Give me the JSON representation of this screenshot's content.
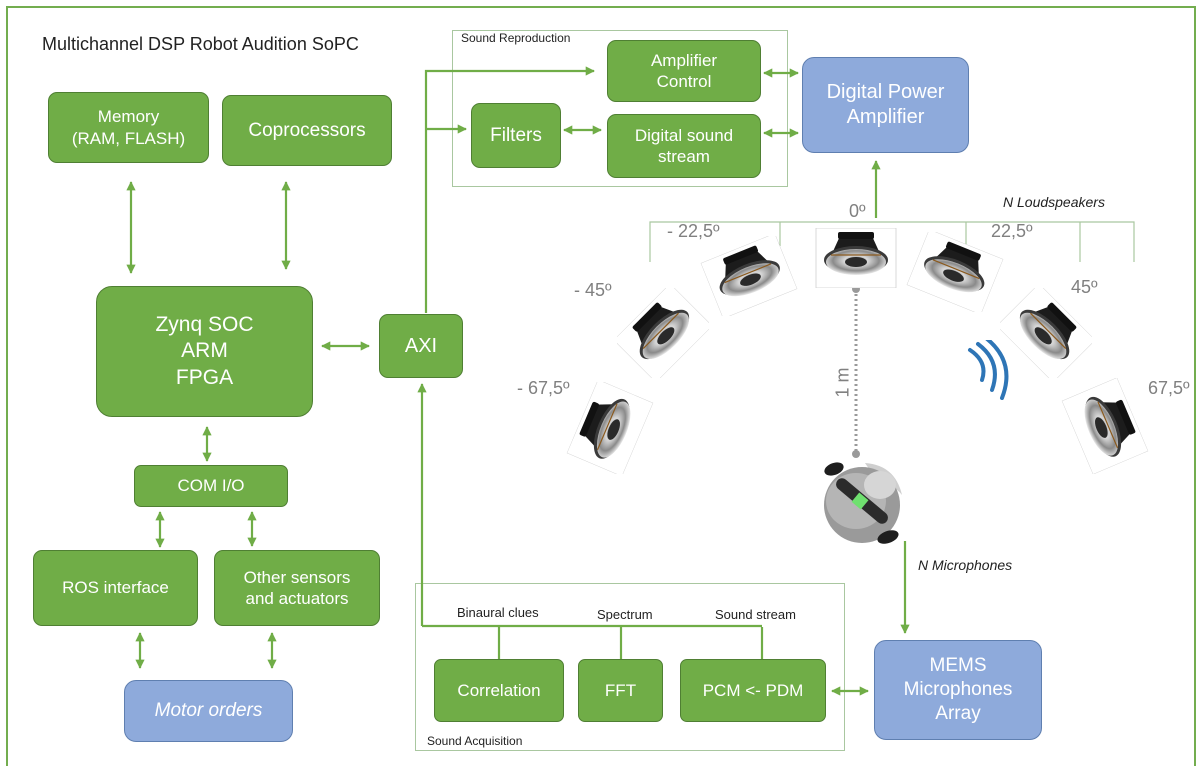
{
  "title": "Multichannel DSP Robot Audition SoPC",
  "blocks": {
    "memory": "Memory\n(RAM, FLASH)",
    "coprocessors": "Coprocessors",
    "zynq": "Zynq SOC\nARM\nFPGA",
    "axi": "AXI",
    "com_io": "COM I/O",
    "ros": "ROS interface",
    "other_sensors": "Other sensors\nand actuators",
    "motor_orders": "Motor orders",
    "amplifier_control": "Amplifier\nControl",
    "filters": "Filters",
    "digital_sound_stream": "Digital sound\nstream",
    "digital_power_amplifier": "Digital Power\nAmplifier",
    "correlation": "Correlation",
    "fft": "FFT",
    "pcm_pdm": "PCM <- PDM",
    "mems": "MEMS\nMicrophones\nArray"
  },
  "groups": {
    "sound_reproduction": "Sound Reproduction",
    "sound_acquisition": "Sound Acquisition"
  },
  "signals": {
    "binaural": "Binaural clues",
    "spectrum": "Spectrum",
    "sound_stream": "Sound stream"
  },
  "speakers": {
    "label": "N Loudspeakers",
    "angles": [
      "- 67,5º",
      "- 45º",
      "- 22,5º",
      "0º",
      "22,5º",
      "45º",
      "67,5º"
    ],
    "distance": "1 m"
  },
  "microphones_label": "N Microphones",
  "colors": {
    "green": "#70ad47",
    "blue": "#8eaadb",
    "gray": "#808080",
    "wave": "#2e75b6"
  }
}
